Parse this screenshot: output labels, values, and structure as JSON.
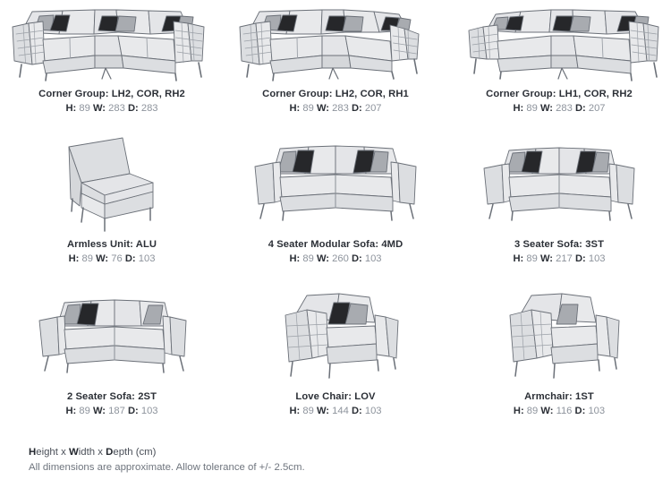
{
  "page": {
    "kind": "furniture-dimensions-spec-sheet",
    "background_color": "#ffffff",
    "palette": {
      "outline": "#6b7078",
      "body_light": "#e8e9eb",
      "body_mid": "#dcdee1",
      "body_shade": "#cfd2d6",
      "cushion_light": "#e4e5e8",
      "pillow_grey": "#a8abb0",
      "pillow_dark": "#26272a",
      "leg_chrome": "#ffffff",
      "title_text": "#2b2f36",
      "dim_text": "#8d939c"
    }
  },
  "products": [
    {
      "id": "corner-group-lh2-cor-rh2",
      "art": "corner-group-symmetric",
      "title": "Corner Group: LH2, COR, RH2",
      "dims": {
        "h_label": "H:",
        "h": "89",
        "w_label": "W:",
        "w": "283",
        "d_label": "D:",
        "d": "283"
      }
    },
    {
      "id": "corner-group-lh2-cor-rh1",
      "art": "corner-group-right-short",
      "title": "Corner Group: LH2, COR, RH1",
      "dims": {
        "h_label": "H:",
        "h": "89",
        "w_label": "W:",
        "w": "283",
        "d_label": "D:",
        "d": "207"
      }
    },
    {
      "id": "corner-group-lh1-cor-rh2",
      "art": "corner-group-left-short",
      "title": "Corner Group: LH1, COR, RH2",
      "dims": {
        "h_label": "H:",
        "h": "89",
        "w_label": "W:",
        "w": "283",
        "d_label": "D:",
        "d": "207"
      }
    },
    {
      "id": "armless-unit-alu",
      "art": "armless-unit",
      "title": "Armless Unit: ALU",
      "dims": {
        "h_label": "H:",
        "h": "89",
        "w_label": "W:",
        "w": "76",
        "d_label": "D:",
        "d": "103"
      }
    },
    {
      "id": "4-seater-modular-sofa-4md",
      "art": "sofa-4-seater-modular",
      "title": "4 Seater Modular Sofa: 4MD",
      "dims": {
        "h_label": "H:",
        "h": "89",
        "w_label": "W:",
        "w": "260",
        "d_label": "D:",
        "d": "103"
      }
    },
    {
      "id": "3-seater-sofa-3st",
      "art": "sofa-3-seater",
      "title": "3 Seater Sofa: 3ST",
      "dims": {
        "h_label": "H:",
        "h": "89",
        "w_label": "W:",
        "w": "217",
        "d_label": "D:",
        "d": "103"
      }
    },
    {
      "id": "2-seater-sofa-2st",
      "art": "sofa-2-seater",
      "title": "2 Seater Sofa: 2ST",
      "dims": {
        "h_label": "H:",
        "h": "89",
        "w_label": "W:",
        "w": "187",
        "d_label": "D:",
        "d": "103"
      }
    },
    {
      "id": "love-chair-lov",
      "art": "love-chair",
      "title": "Love Chair: LOV",
      "dims": {
        "h_label": "H:",
        "h": "89",
        "w_label": "W:",
        "w": "144",
        "d_label": "D:",
        "d": "103"
      }
    },
    {
      "id": "armchair-1st",
      "art": "armchair",
      "title": "Armchair: 1ST",
      "dims": {
        "h_label": "H:",
        "h": "89",
        "w_label": "W:",
        "w": "116",
        "d_label": "D:",
        "d": "103"
      }
    }
  ],
  "footer": {
    "key_prefix": "",
    "key_h": "H",
    "key_h_rest": "eight x ",
    "key_w": "W",
    "key_w_rest": "idth x ",
    "key_d": "D",
    "key_d_rest": "epth (cm)",
    "line1": "Height x Width x Depth (cm)",
    "line2": "All dimensions are approximate. Allow tolerance of +/- 2.5cm."
  }
}
